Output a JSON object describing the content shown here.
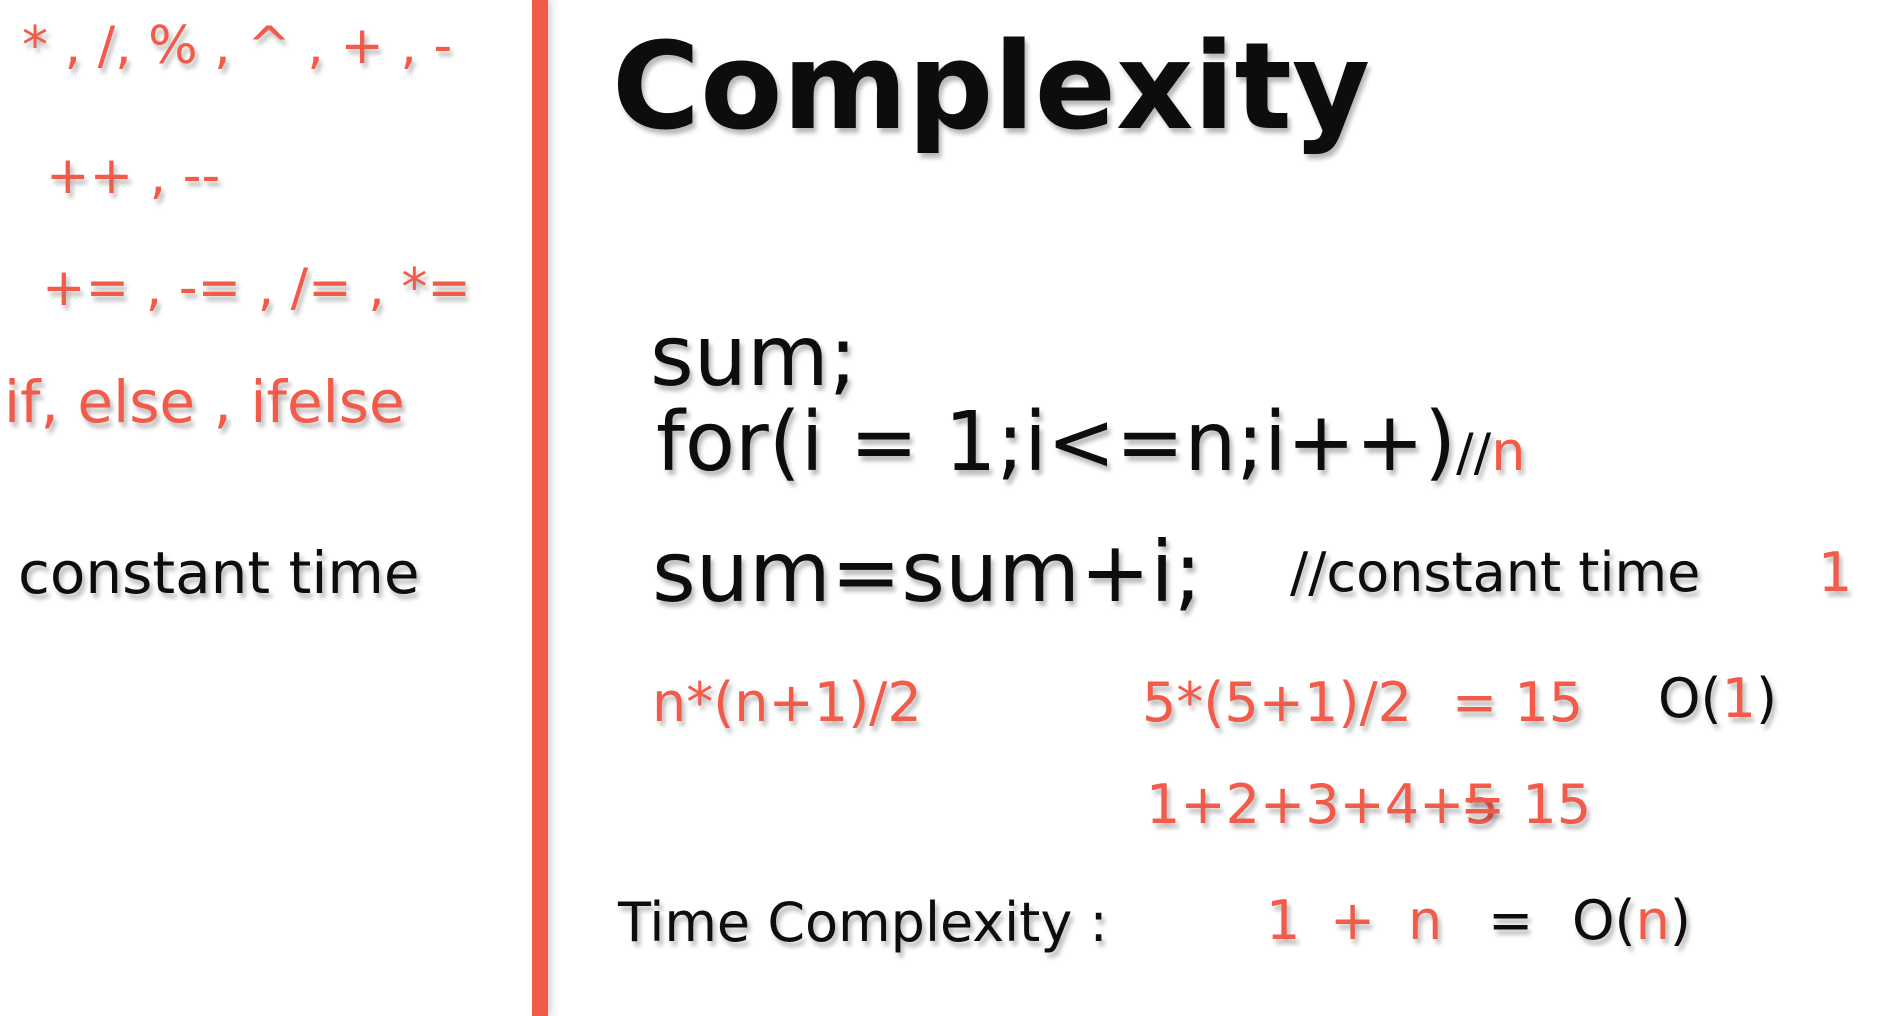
{
  "colors": {
    "accent": "#f25a4a",
    "text": "#0d0d0d",
    "background": "#ffffff"
  },
  "sidebar": {
    "operators_line1": "* , /,  % , ^ , + , -",
    "operators_line2": "++ , --",
    "operators_line3": "+= , -= , /= , *=",
    "conditionals": "if, else , ifelse",
    "constant_time": "constant time"
  },
  "main": {
    "title": "Complexity",
    "code_line1": "sum;",
    "code_line2": "for(i = 1;i<=n;i++)",
    "code_line2_comment_prefix": "//",
    "code_line2_comment_value": "n",
    "code_line3": "sum=sum+i;",
    "code_line3_comment": "//constant time",
    "code_line3_comment_value": "1",
    "formula": "n*(n+1)/2",
    "example_formula": "5*(5+1)/2",
    "example_equals": "= 15",
    "big_o_prefix": "O(",
    "big_o_value": "1",
    "big_o_suffix": ")",
    "example_sum": "1+2+3+4+5",
    "example_sum_result": "= 15",
    "summary_label": "Time Complexity :",
    "summary_term1": "1",
    "summary_plus": "+",
    "summary_term2": "n",
    "summary_equals": "=",
    "summary_o_prefix": "O(",
    "summary_o_value": "n",
    "summary_o_suffix": ")"
  }
}
